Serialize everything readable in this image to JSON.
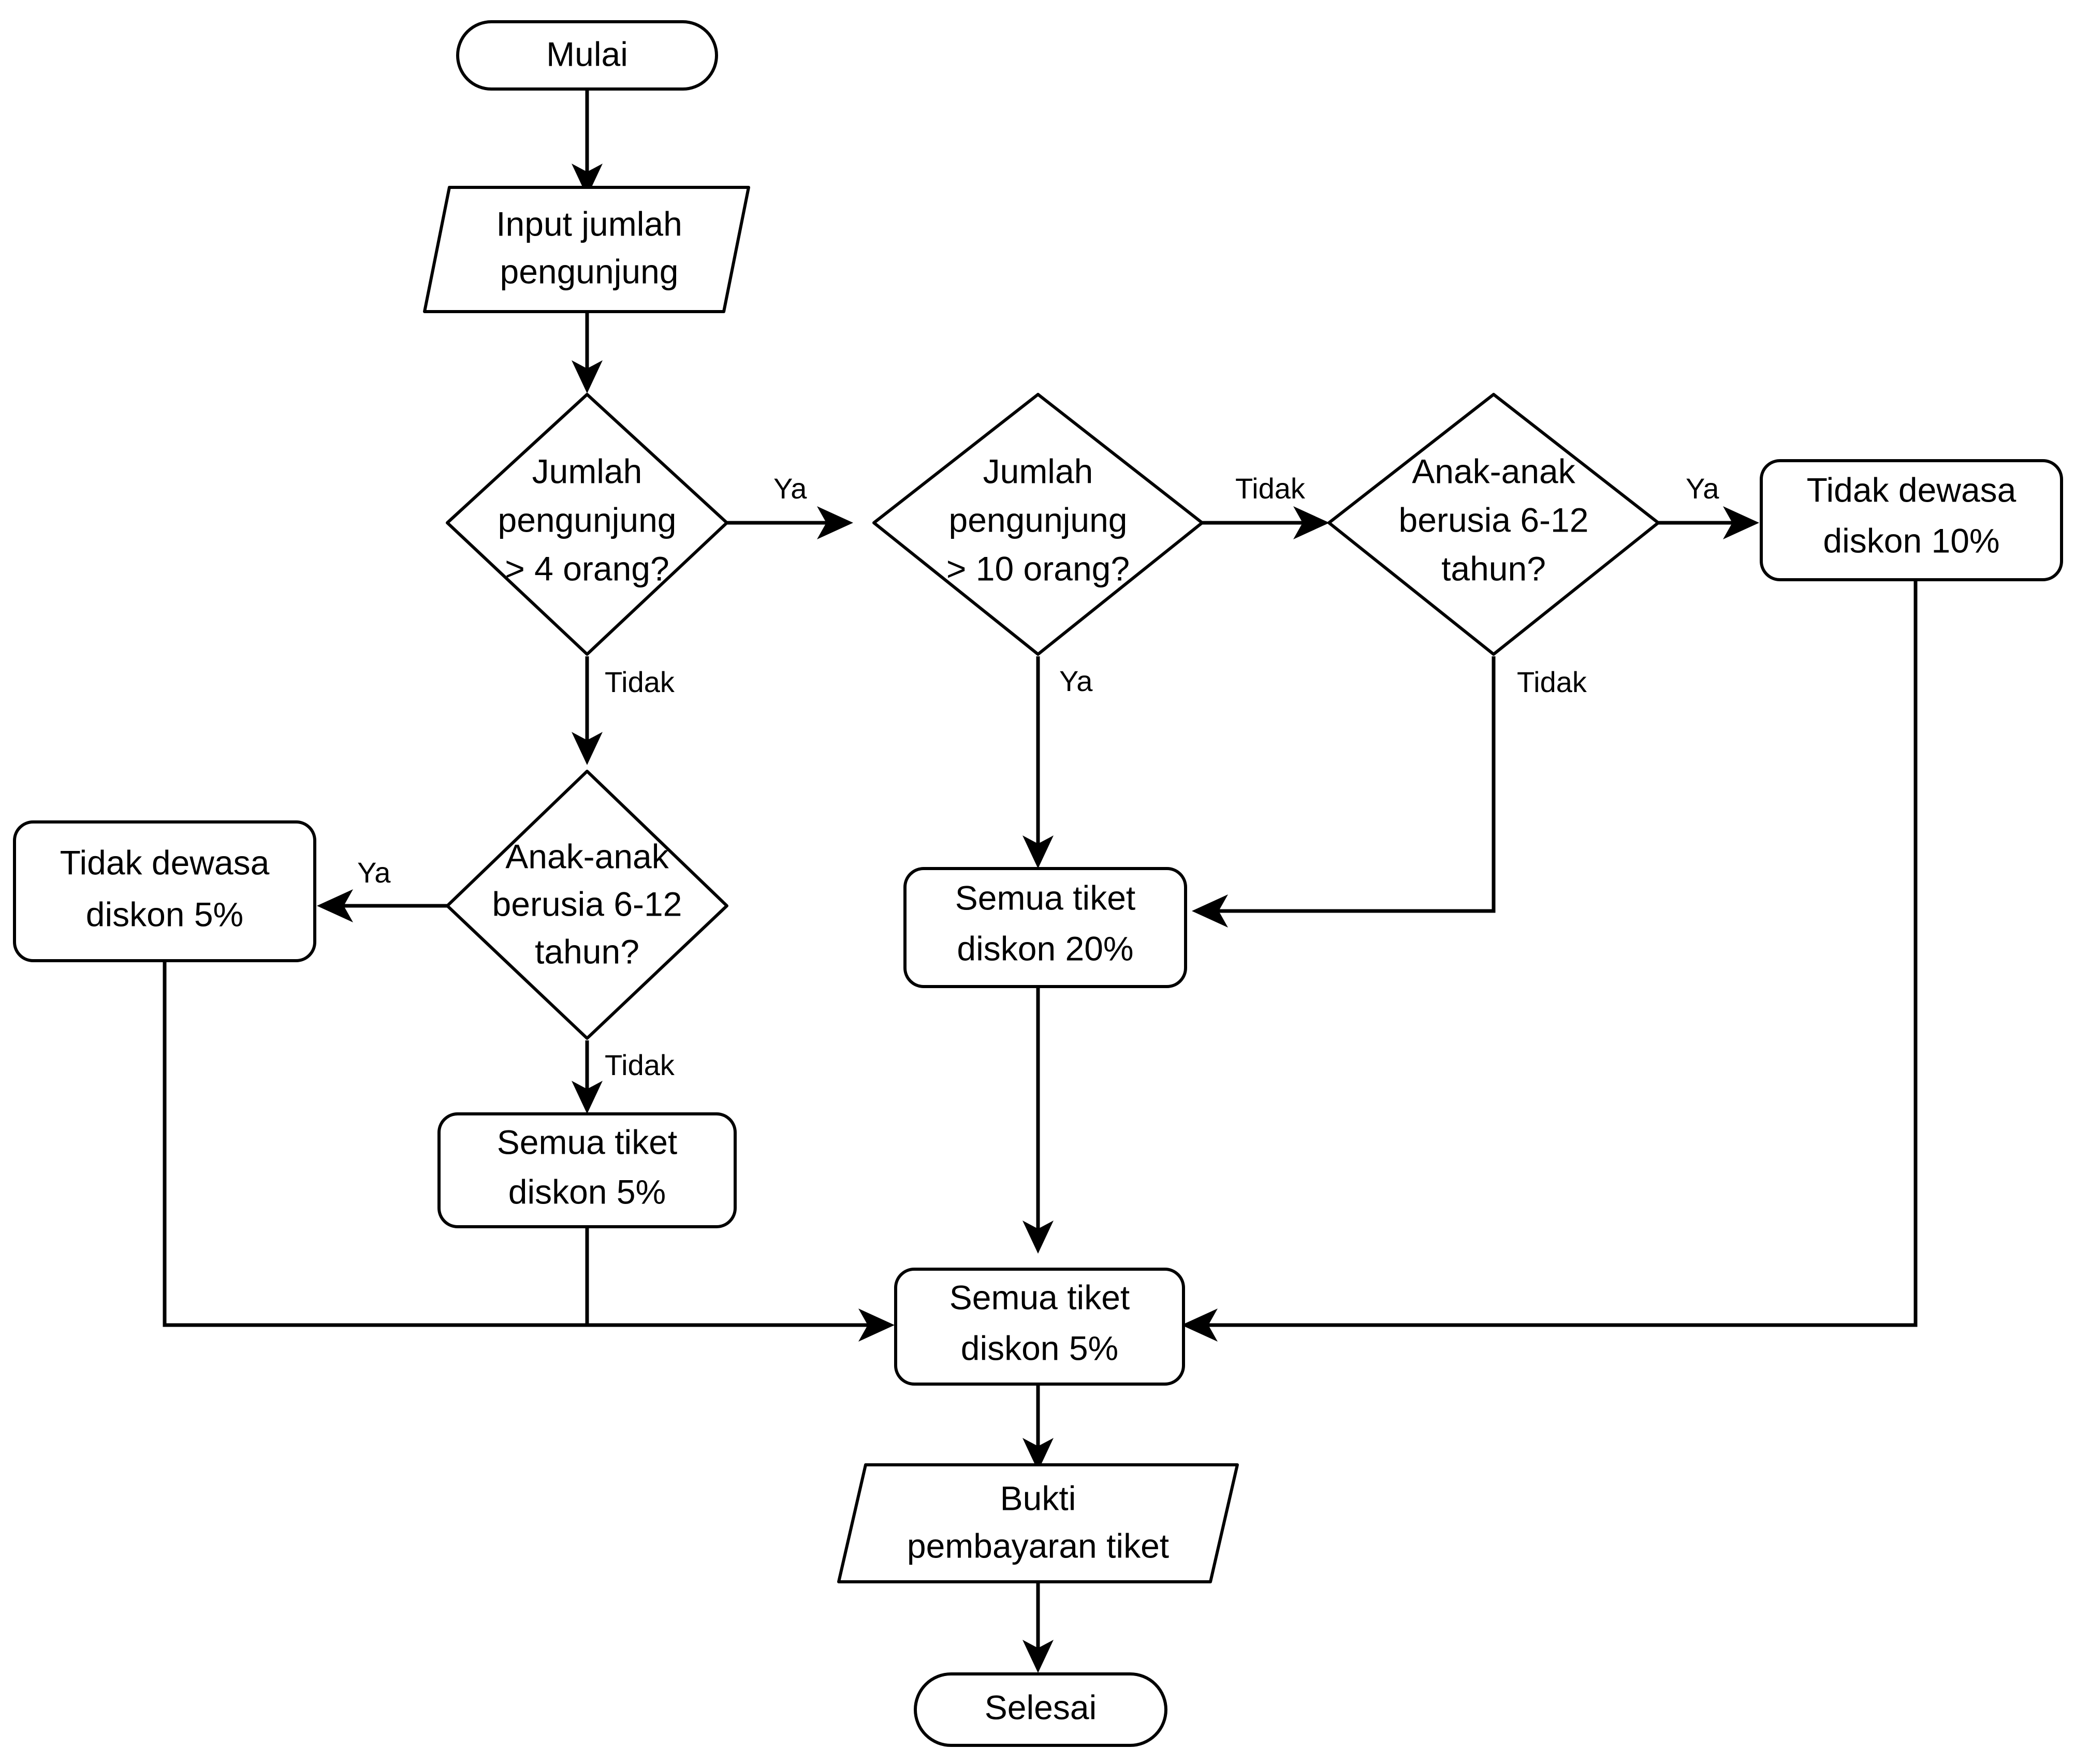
{
  "diagram": {
    "type": "flowchart",
    "language": "Indonesian",
    "title": "Alur diskon tiket pengunjung",
    "background_color": "#ffffff",
    "line_color": "#000000",
    "text_color": "#000000",
    "nodes": [
      {
        "id": "mulai",
        "shape": "terminator",
        "line1": "Mulai",
        "line2": ""
      },
      {
        "id": "input",
        "shape": "parallelogram",
        "line1": "Input jumlah",
        "line2": "pengunjung"
      },
      {
        "id": "dec_4orang",
        "shape": "diamond",
        "line1": "Jumlah",
        "line2": "pengunjung",
        "line3": "> 4 orang?"
      },
      {
        "id": "dec_10orang",
        "shape": "diamond",
        "line1": "Jumlah",
        "line2": "pengunjung",
        "line3": "> 10 orang?"
      },
      {
        "id": "dec_anak_top",
        "shape": "diamond",
        "line1": "Anak-anak",
        "line2": "berusia 6-12",
        "line3": "tahun?"
      },
      {
        "id": "diskon10",
        "shape": "rounded-rect",
        "line1": "Tidak dewasa",
        "line2": "diskon 10%"
      },
      {
        "id": "dec_anak_left",
        "shape": "diamond",
        "line1": "Anak-anak",
        "line2": "berusia 6-12",
        "line3": "tahun?"
      },
      {
        "id": "diskon5_adult",
        "shape": "rounded-rect",
        "line1": "Tidak dewasa",
        "line2": "diskon 5%"
      },
      {
        "id": "diskon20",
        "shape": "rounded-rect",
        "line1": "Semua tiket",
        "line2": "diskon 20%"
      },
      {
        "id": "diskon5_all",
        "shape": "rounded-rect",
        "line1": "Semua tiket",
        "line2": "diskon 5%"
      },
      {
        "id": "diskon5_merge",
        "shape": "rounded-rect",
        "line1": "Semua tiket",
        "line2": "diskon 5%"
      },
      {
        "id": "bukti",
        "shape": "parallelogram",
        "line1": "Bukti",
        "line2": "pembayaran tiket"
      },
      {
        "id": "selesai",
        "shape": "terminator",
        "line1": "Selesai",
        "line2": ""
      }
    ],
    "edge_labels": {
      "dec4_ya": "Ya",
      "dec4_tidak": "Tidak",
      "dec10_tidak": "Tidak",
      "dec10_ya": "Ya",
      "anak_top_ya": "Ya",
      "anak_top_tidak": "Tidak",
      "anak_left_ya": "Ya",
      "anak_left_tidak": "Tidak"
    },
    "edges": [
      {
        "from": "mulai",
        "to": "input",
        "label": ""
      },
      {
        "from": "input",
        "to": "dec_4orang",
        "label": ""
      },
      {
        "from": "dec_4orang",
        "to": "dec_10orang",
        "label": "Ya"
      },
      {
        "from": "dec_4orang",
        "to": "dec_anak_left",
        "label": "Tidak"
      },
      {
        "from": "dec_10orang",
        "to": "dec_anak_top",
        "label": "Tidak"
      },
      {
        "from": "dec_10orang",
        "to": "diskon20",
        "label": "Ya"
      },
      {
        "from": "dec_anak_top",
        "to": "diskon10",
        "label": "Ya"
      },
      {
        "from": "dec_anak_top",
        "to": "diskon20",
        "label": "Tidak"
      },
      {
        "from": "dec_anak_left",
        "to": "diskon5_adult",
        "label": "Ya"
      },
      {
        "from": "dec_anak_left",
        "to": "diskon5_all",
        "label": "Tidak"
      },
      {
        "from": "diskon5_adult",
        "to": "diskon5_merge",
        "label": ""
      },
      {
        "from": "diskon5_all",
        "to": "diskon5_merge",
        "label": ""
      },
      {
        "from": "diskon20",
        "to": "diskon5_merge",
        "label": ""
      },
      {
        "from": "diskon10",
        "to": "diskon5_merge",
        "label": ""
      },
      {
        "from": "diskon5_merge",
        "to": "bukti",
        "label": ""
      },
      {
        "from": "bukti",
        "to": "selesai",
        "label": ""
      }
    ]
  }
}
